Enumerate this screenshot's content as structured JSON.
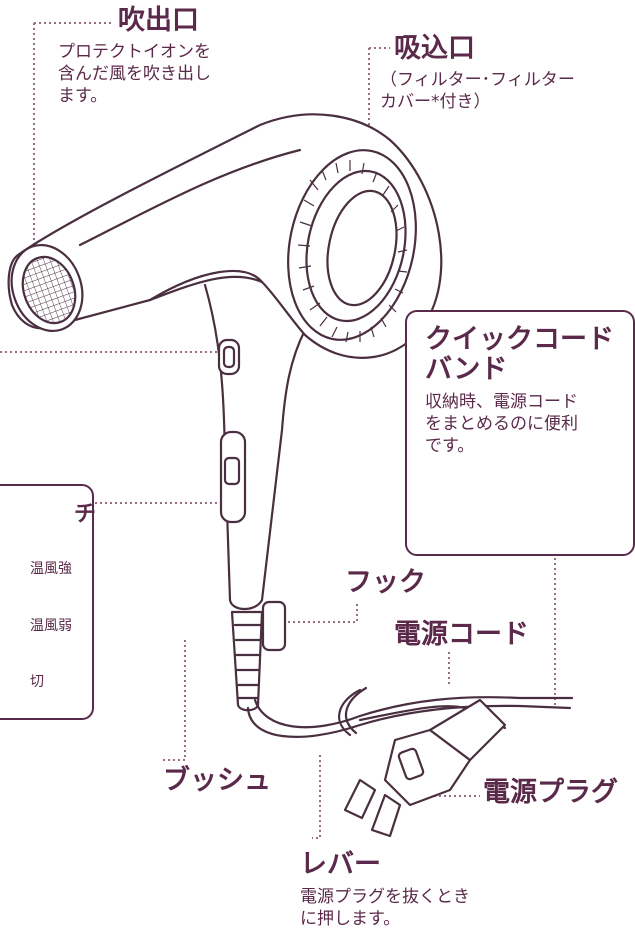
{
  "colors": {
    "accent": "#5b2a4a",
    "outline": "#4a2f40"
  },
  "labels": {
    "outlet": {
      "title": "吹出口",
      "desc": [
        "プロテクトイオンを",
        "含んだ風を吹き出し",
        "ます。"
      ]
    },
    "inlet": {
      "title": "吸込口",
      "desc": [
        "（フィルター･フィルター",
        "カバー*付き）"
      ]
    },
    "quick_cord_band": {
      "title": [
        "クイックコード",
        "バンド"
      ],
      "desc": [
        "収納時、電源コード",
        "をまとめるのに便利",
        "です。"
      ]
    },
    "switch_panel": {
      "title_fragment": "チ",
      "positions": [
        "温風強",
        "温風弱",
        "切"
      ]
    },
    "hook": {
      "title": "フック"
    },
    "power_cord": {
      "title": "電源コード"
    },
    "bushing": {
      "title": "ブッシュ"
    },
    "power_plug": {
      "title": "電源プラグ"
    },
    "lever": {
      "title": "レバー",
      "desc": [
        "電源プラグを抜くとき",
        "に押します。"
      ]
    }
  }
}
